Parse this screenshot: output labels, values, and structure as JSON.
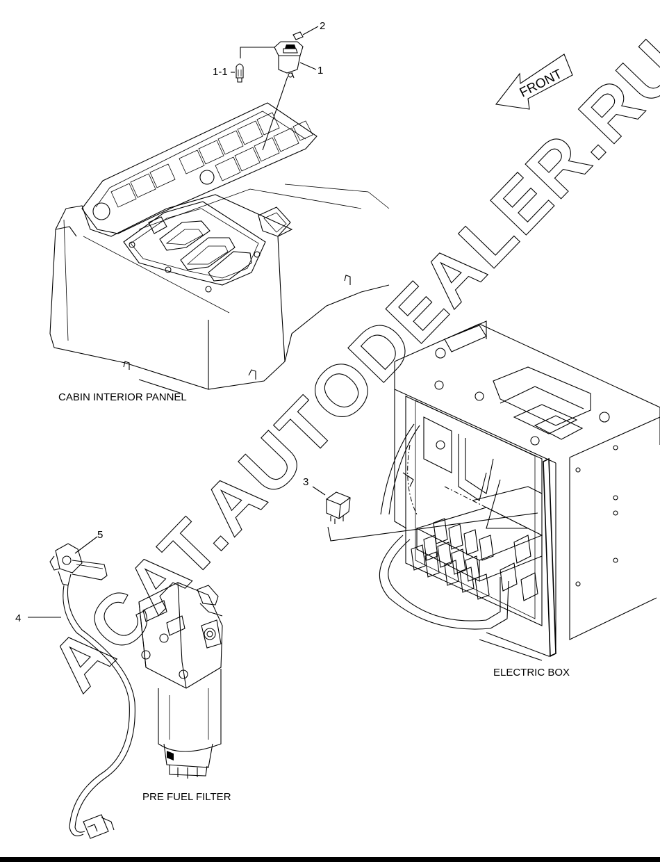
{
  "watermark": "ACAT.AUTODEALER.RU",
  "direction_arrow": {
    "label": "FRONT"
  },
  "callouts": [
    "1",
    "1-1",
    "2",
    "3",
    "4",
    "5"
  ],
  "captions": {
    "cabin": "CABIN INTERIOR PANNEL",
    "electric_box": "ELECTRIC BOX",
    "fuel_filter": "PRE FUEL FILTER"
  },
  "colors": {
    "line": "#000000",
    "background": "#ffffff"
  }
}
